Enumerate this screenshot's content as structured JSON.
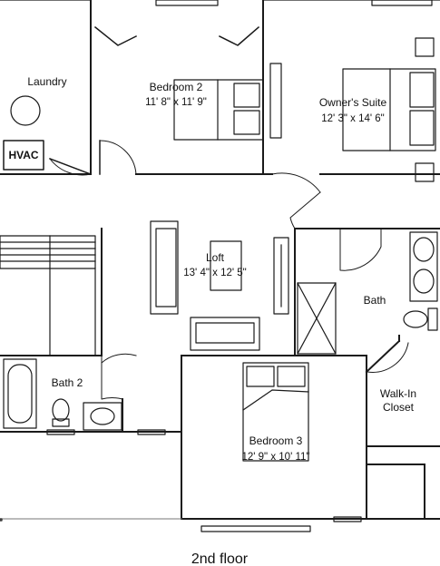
{
  "plan": {
    "floor_label": "2nd floor",
    "colors": {
      "line": "#1a1a1a",
      "light_line": "#777777",
      "background": "#ffffff"
    },
    "rooms": {
      "laundry": {
        "name": "Laundry"
      },
      "hvac": {
        "name": "HVAC"
      },
      "bedroom2": {
        "name": "Bedroom 2",
        "size": "11' 8\" x 11' 9\""
      },
      "owners_suite": {
        "name": "Owner's Suite",
        "size": "12' 3\" x 14' 6\""
      },
      "loft": {
        "name": "Loft",
        "size": "13' 4\" x 12' 5\""
      },
      "bath": {
        "name": "Bath"
      },
      "bath2": {
        "name": "Bath 2"
      },
      "walkin_closet": {
        "name_line1": "Walk-In",
        "name_line2": "Closet"
      },
      "bedroom3": {
        "name": "Bedroom 3",
        "size": "12' 9\" x 10' 11\""
      }
    }
  }
}
